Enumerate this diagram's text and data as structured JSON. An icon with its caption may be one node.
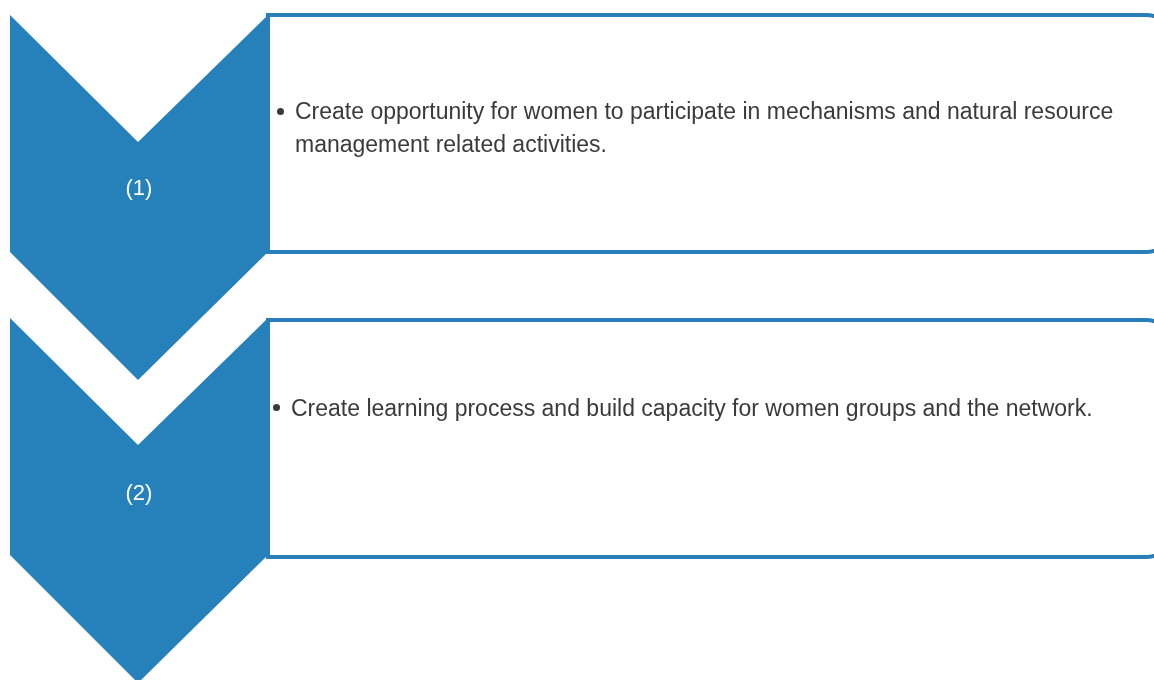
{
  "diagram": {
    "nodes": [
      {
        "text": [
          "(1)"
        ]
      },
      {
        "text": [
          "Create opportunity for women to participate in mechanisms and natural resource management related activities."
        ]
      },
      {
        "text": [
          "(2)"
        ]
      },
      {
        "text": [
          "Create learning process and build capacity for women groups and the network."
        ]
      }
    ]
  }
}
